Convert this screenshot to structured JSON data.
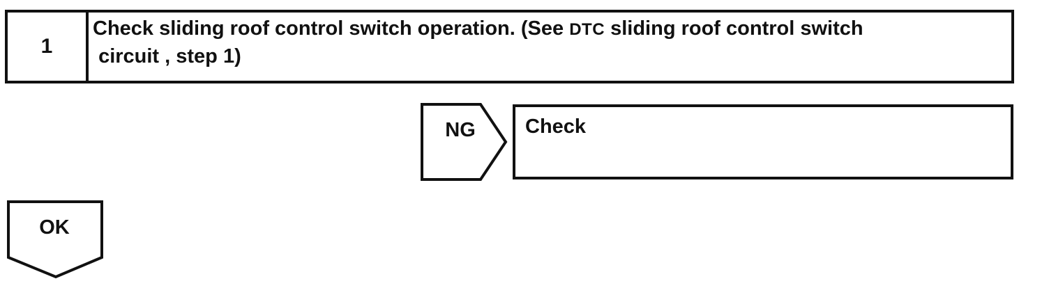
{
  "page": {
    "background_color": "#ffffff",
    "ink_color": "#111111"
  },
  "step_box": {
    "number": "1",
    "line1_pre": "Check sliding roof control switch operation. (See ",
    "line1_dtc": "DTC",
    "line1_post": " sliding roof control switch",
    "line2": " circuit , step 1)"
  },
  "ng_branch": {
    "label": "NG",
    "result": "Check"
  },
  "ok_branch": {
    "label": "OK"
  }
}
